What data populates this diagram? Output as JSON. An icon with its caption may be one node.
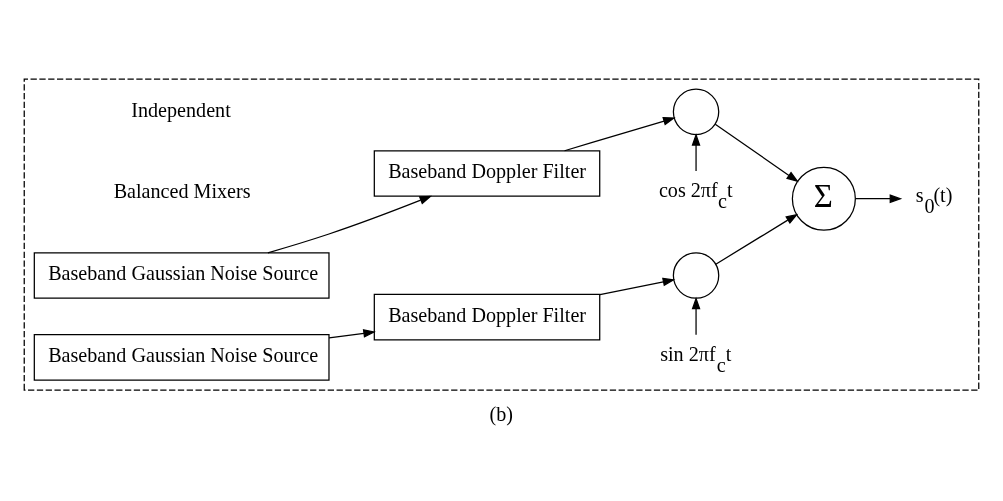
{
  "diagram": {
    "caption": "(b)",
    "nodes": [
      {
        "text": [],
        "shape": "box"
      },
      {
        "text": [
          "Baseband Gaussian Noise Source"
        ],
        "in": 0
      },
      {
        "text": [
          "Baseband Doppler Filter"
        ],
        "in": 0
      },
      {
        "text": [
          "cos 2πf$_{c}$t"
        ],
        "in": 0
      },
      {
        "text": [],
        "shape": "circle",
        "in": 0
      },
      {
        "text": [
          "Σ"
        ],
        "in": 0
      },
      {
        "text": [
          "s$_{0}$(t)"
        ],
        "in": 0
      },
      {
        "text": [
          "Baseband Gaussian Noise Source"
        ],
        "in": 0
      },
      {
        "text": [
          "Baseband Doppler Filter"
        ],
        "in": 0
      },
      {
        "text": [],
        "shape": "circle",
        "in": 0
      },
      {
        "text": [
          "sin 2πf$_{c}$t"
        ],
        "in": 0
      }
    ],
    "edges": [
      {
        "from": 1,
        "to": 2,
        "arrow": "to"
      },
      {
        "from": 2,
        "to": 4,
        "arrow": "to"
      },
      {
        "from": 3,
        "to": 4,
        "arrow": "to"
      },
      {
        "from": 4,
        "to": 5,
        "arrow": "to"
      },
      {
        "from": 5,
        "to": 6,
        "arrow": "to"
      },
      {
        "from": 7,
        "to": 8,
        "arrow": "to"
      },
      {
        "from": 8,
        "to": 9,
        "arrow": "to"
      },
      {
        "from": 10,
        "to": 9,
        "arrow": "to"
      },
      {
        "from": 9,
        "to": 5,
        "arrow": "to"
      }
    ],
    "labels": [
      "Independent",
      "Balanced Mixers"
    ]
  }
}
